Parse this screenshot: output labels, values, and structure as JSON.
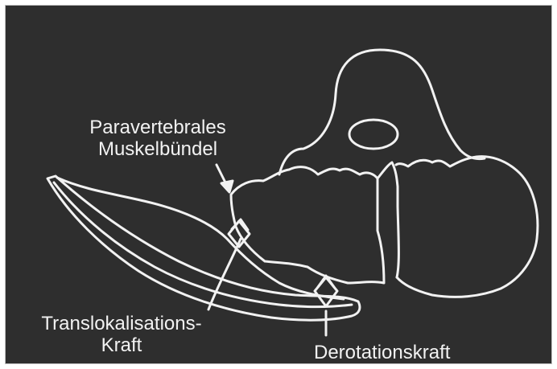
{
  "labels": {
    "muscle_line1": "Paravertebrales",
    "muscle_line2": "Muskelbündel",
    "translocation_line1": "Translokalisations-",
    "translocation_line2": "Kraft",
    "derotation": "Derotationskraft"
  },
  "colors": {
    "background": "#2e2e2e",
    "lines": "#f2f2f2"
  }
}
